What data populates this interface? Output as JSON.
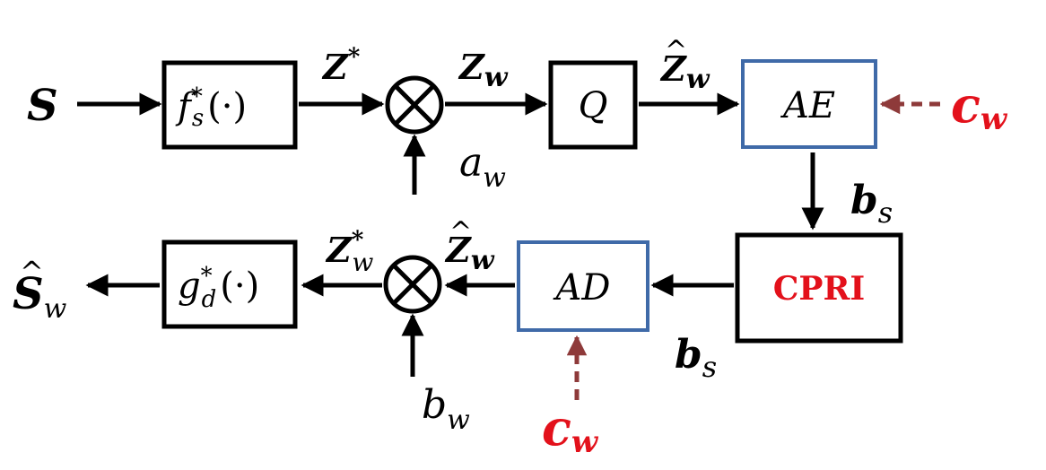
{
  "colors": {
    "ink": "#000000",
    "accent_red": "#e3111b",
    "dashed_arrow": "#8e3a3a",
    "codec_box_border": "#3f6aa8"
  },
  "inputs": {
    "source": "S",
    "a_w": "a",
    "a_w_sub": "w",
    "b_w": "b",
    "b_w_sub": "w",
    "c_w_top": "c",
    "c_w_top_sub": "w",
    "c_w_bottom": "c",
    "c_w_bottom_sub": "w"
  },
  "outputs": {
    "recovered": "S",
    "recovered_hat": "^",
    "recovered_sub": "w"
  },
  "signals": {
    "z_star": "Z",
    "z_star_sup": "*",
    "z_w": "Z",
    "z_w_sub": "w",
    "z_w_hat_top": "Z",
    "z_w_hat_top_hat": "^",
    "z_w_hat_top_sub": "w",
    "b_s_right": "b",
    "b_s_right_sub": "s",
    "b_s_bottom": "b",
    "b_s_bottom_sub": "s",
    "z_w_hat_bottom": "Z",
    "z_w_hat_bottom_hat": "^",
    "z_w_hat_bottom_sub": "w",
    "z_w_star": "Z",
    "z_w_star_sup": "*",
    "z_w_star_sub": "w"
  },
  "blocks": {
    "encoder_fn": "f",
    "encoder_fn_sup": "*",
    "encoder_fn_sub": "s",
    "encoder_fn_arg": "(·)",
    "quantizer": "Q",
    "arith_encoder": "AE",
    "fronthaul": "CPRI",
    "arith_decoder": "AD",
    "decoder_fn": "g",
    "decoder_fn_sup": "*",
    "decoder_fn_sub": "d",
    "decoder_fn_arg": "(·)"
  }
}
